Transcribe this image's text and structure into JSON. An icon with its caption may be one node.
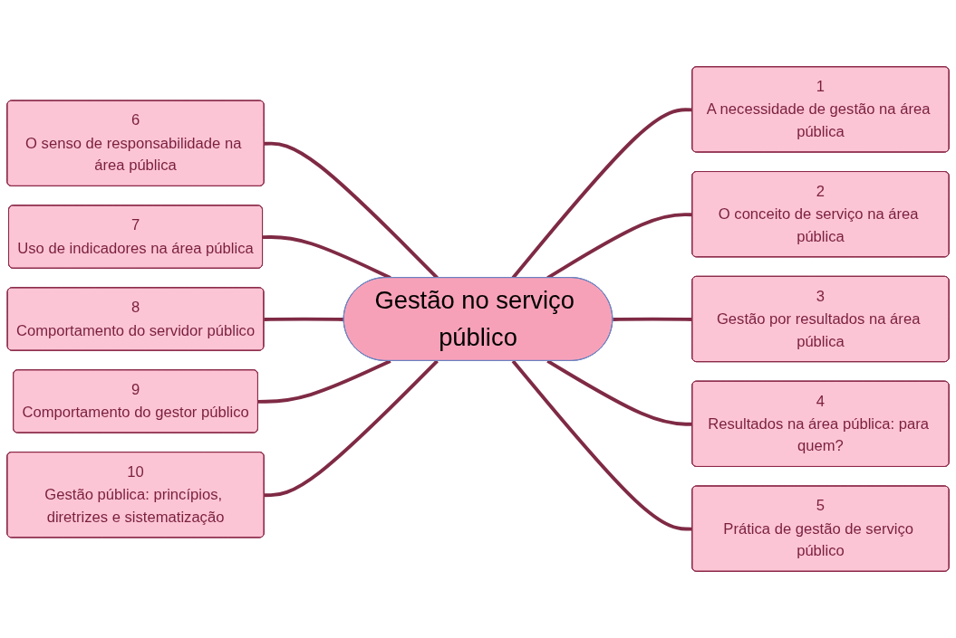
{
  "diagram": {
    "nodes": [
      {
        "text": [
          "Gestão no serviço público"
        ]
      },
      {
        "text": [
          "1",
          "A necessidade de gestão na área pública"
        ]
      },
      {
        "text": [
          "2",
          "O conceito de serviço na área pública"
        ]
      },
      {
        "text": [
          "3",
          "Gestão por resultados na área pública"
        ]
      },
      {
        "text": [
          "4",
          "Resultados na área pública: para quem?"
        ]
      },
      {
        "text": [
          "5",
          "Prática de gestão de serviço público"
        ]
      },
      {
        "text": [
          "6",
          "O senso de responsabilidade na área pública"
        ]
      },
      {
        "text": [
          "7",
          "Uso de indicadores na área pública"
        ]
      },
      {
        "text": [
          "8",
          "Comportamento do servidor público"
        ]
      },
      {
        "text": [
          "9",
          "Comportamento do gestor público"
        ]
      },
      {
        "text": [
          "10",
          "Gestão pública: princípios, diretrizes e sistematização"
        ]
      }
    ],
    "edges": [
      {
        "from": 0,
        "to": 1,
        "arrow": "none"
      },
      {
        "from": 0,
        "to": 2,
        "arrow": "none"
      },
      {
        "from": 0,
        "to": 3,
        "arrow": "none"
      },
      {
        "from": 0,
        "to": 4,
        "arrow": "none"
      },
      {
        "from": 0,
        "to": 5,
        "arrow": "none"
      },
      {
        "from": 0,
        "to": 6,
        "arrow": "none"
      },
      {
        "from": 0,
        "to": 7,
        "arrow": "none"
      },
      {
        "from": 0,
        "to": 8,
        "arrow": "none"
      },
      {
        "from": 0,
        "to": 9,
        "arrow": "none"
      },
      {
        "from": 0,
        "to": 10,
        "arrow": "none"
      }
    ]
  }
}
